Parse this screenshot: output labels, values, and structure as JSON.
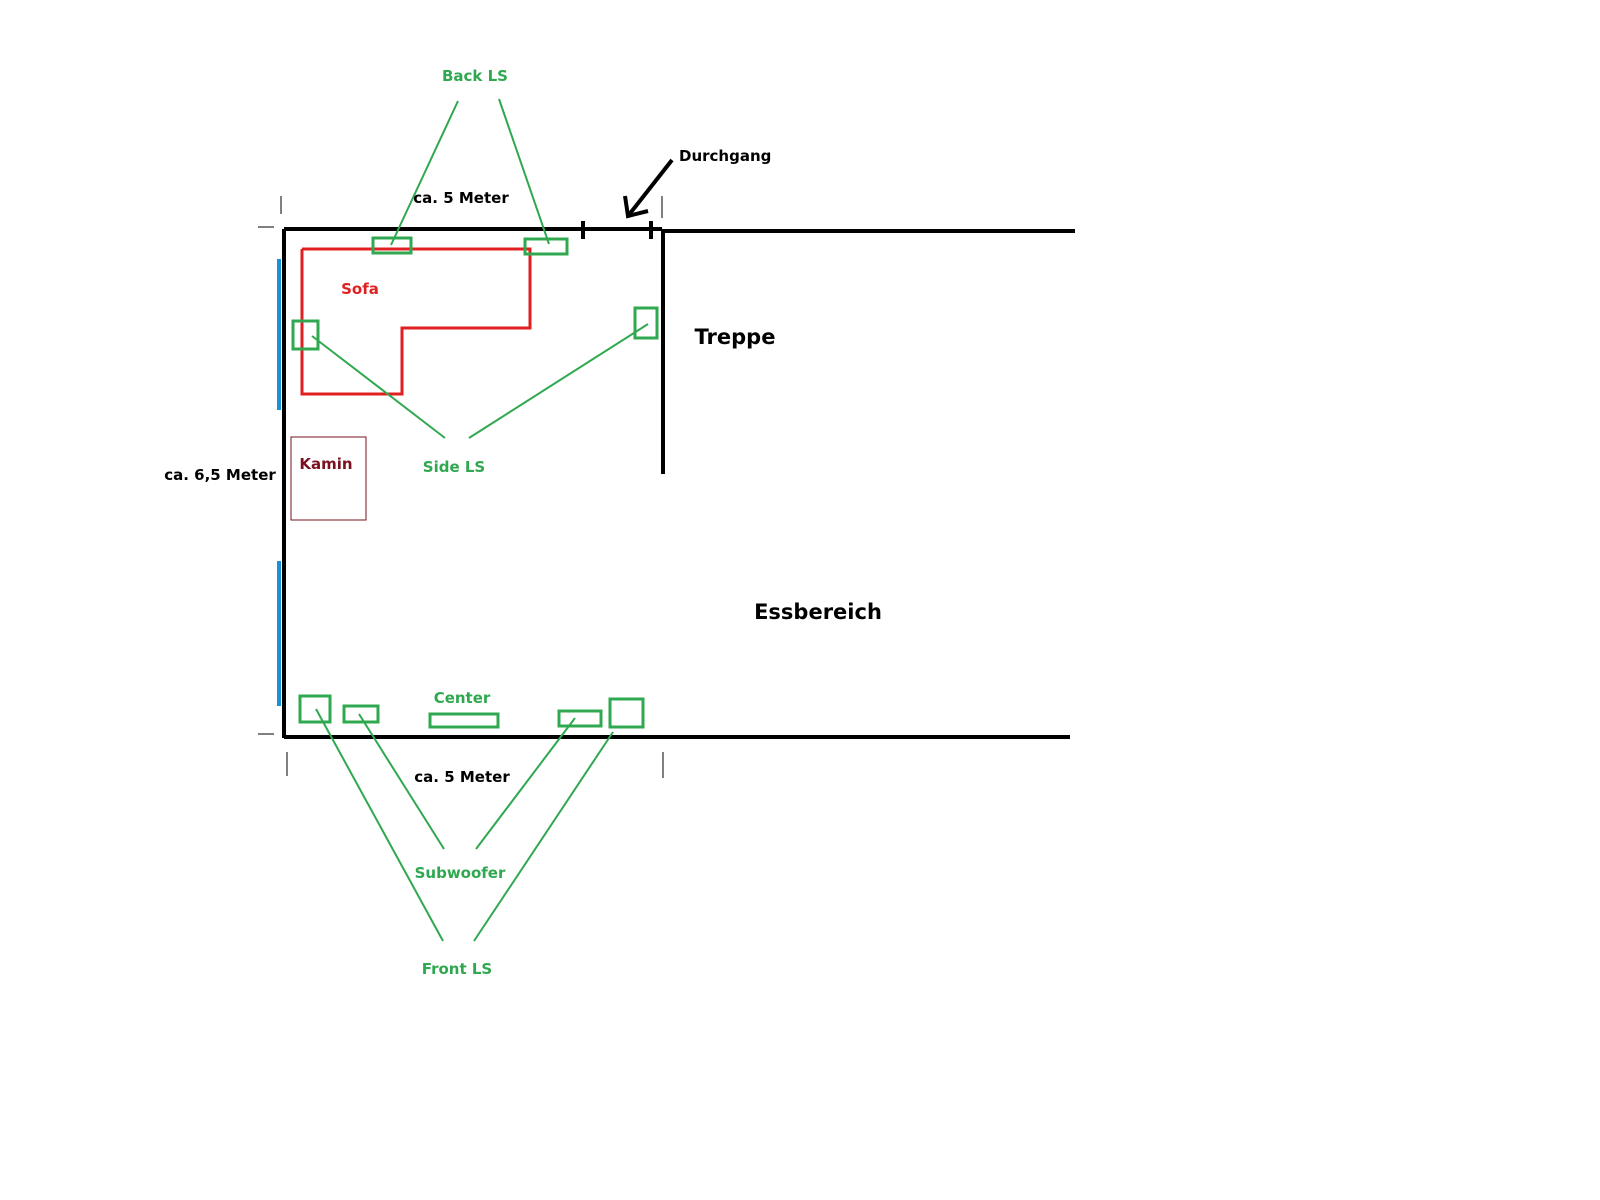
{
  "labels": {
    "back_ls": "Back LS",
    "durchgang": "Durchgang",
    "top_dim": "ca. 5 Meter",
    "sofa": "Sofa",
    "treppe": "Treppe",
    "side_ls": "Side LS",
    "left_dim": "ca. 6,5 Meter",
    "kamin": "Kamin",
    "essbereich": "Essbereich",
    "center": "Center",
    "bottom_dim": "ca. 5 Meter",
    "subwoofer": "Subwoofer",
    "front_ls": "Front LS"
  },
  "colors": {
    "speaker": "#2fa84f",
    "sofa": "#e02020",
    "window": "#1a90d8",
    "kamin": "#7a1020",
    "wall": "#000000"
  }
}
